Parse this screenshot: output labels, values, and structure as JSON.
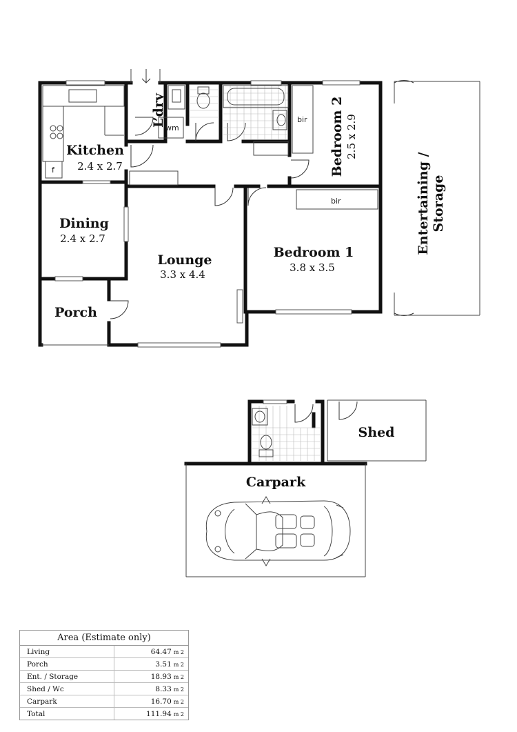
{
  "rooms": {
    "kitchen": {
      "name": "Kitchen",
      "dims": "2.4 x 2.7"
    },
    "laundry": {
      "name": "L’dry"
    },
    "washing_machine": "wm",
    "fridge": "f",
    "bedroom2": {
      "name": "Bedroom 2",
      "dims": "2.5 x 2.9",
      "robe": "bir"
    },
    "entertaining": {
      "name_line1": "Entertaining /",
      "name_line2": "Storage"
    },
    "dining": {
      "name": "Dining",
      "dims": "2.4 x 2.7"
    },
    "lounge": {
      "name": "Lounge",
      "dims": "3.3 x 4.4"
    },
    "bedroom1": {
      "name": "Bedroom 1",
      "dims": "3.8 x 3.5",
      "robe": "bir"
    },
    "porch": {
      "name": "Porch"
    },
    "shed": {
      "name": "Shed"
    },
    "carpark": {
      "name": "Carpark"
    }
  },
  "area_table": {
    "title": "Area (Estimate only)",
    "unit": "m 2",
    "rows": [
      {
        "label": "Living",
        "value": "64.47"
      },
      {
        "label": "Porch",
        "value": "3.51"
      },
      {
        "label": "Ent. / Storage",
        "value": "18.93"
      },
      {
        "label": "Shed / Wc",
        "value": "8.33"
      },
      {
        "label": "Carpark",
        "value": "16.70"
      },
      {
        "label": "Total",
        "value": "111.94"
      }
    ]
  }
}
